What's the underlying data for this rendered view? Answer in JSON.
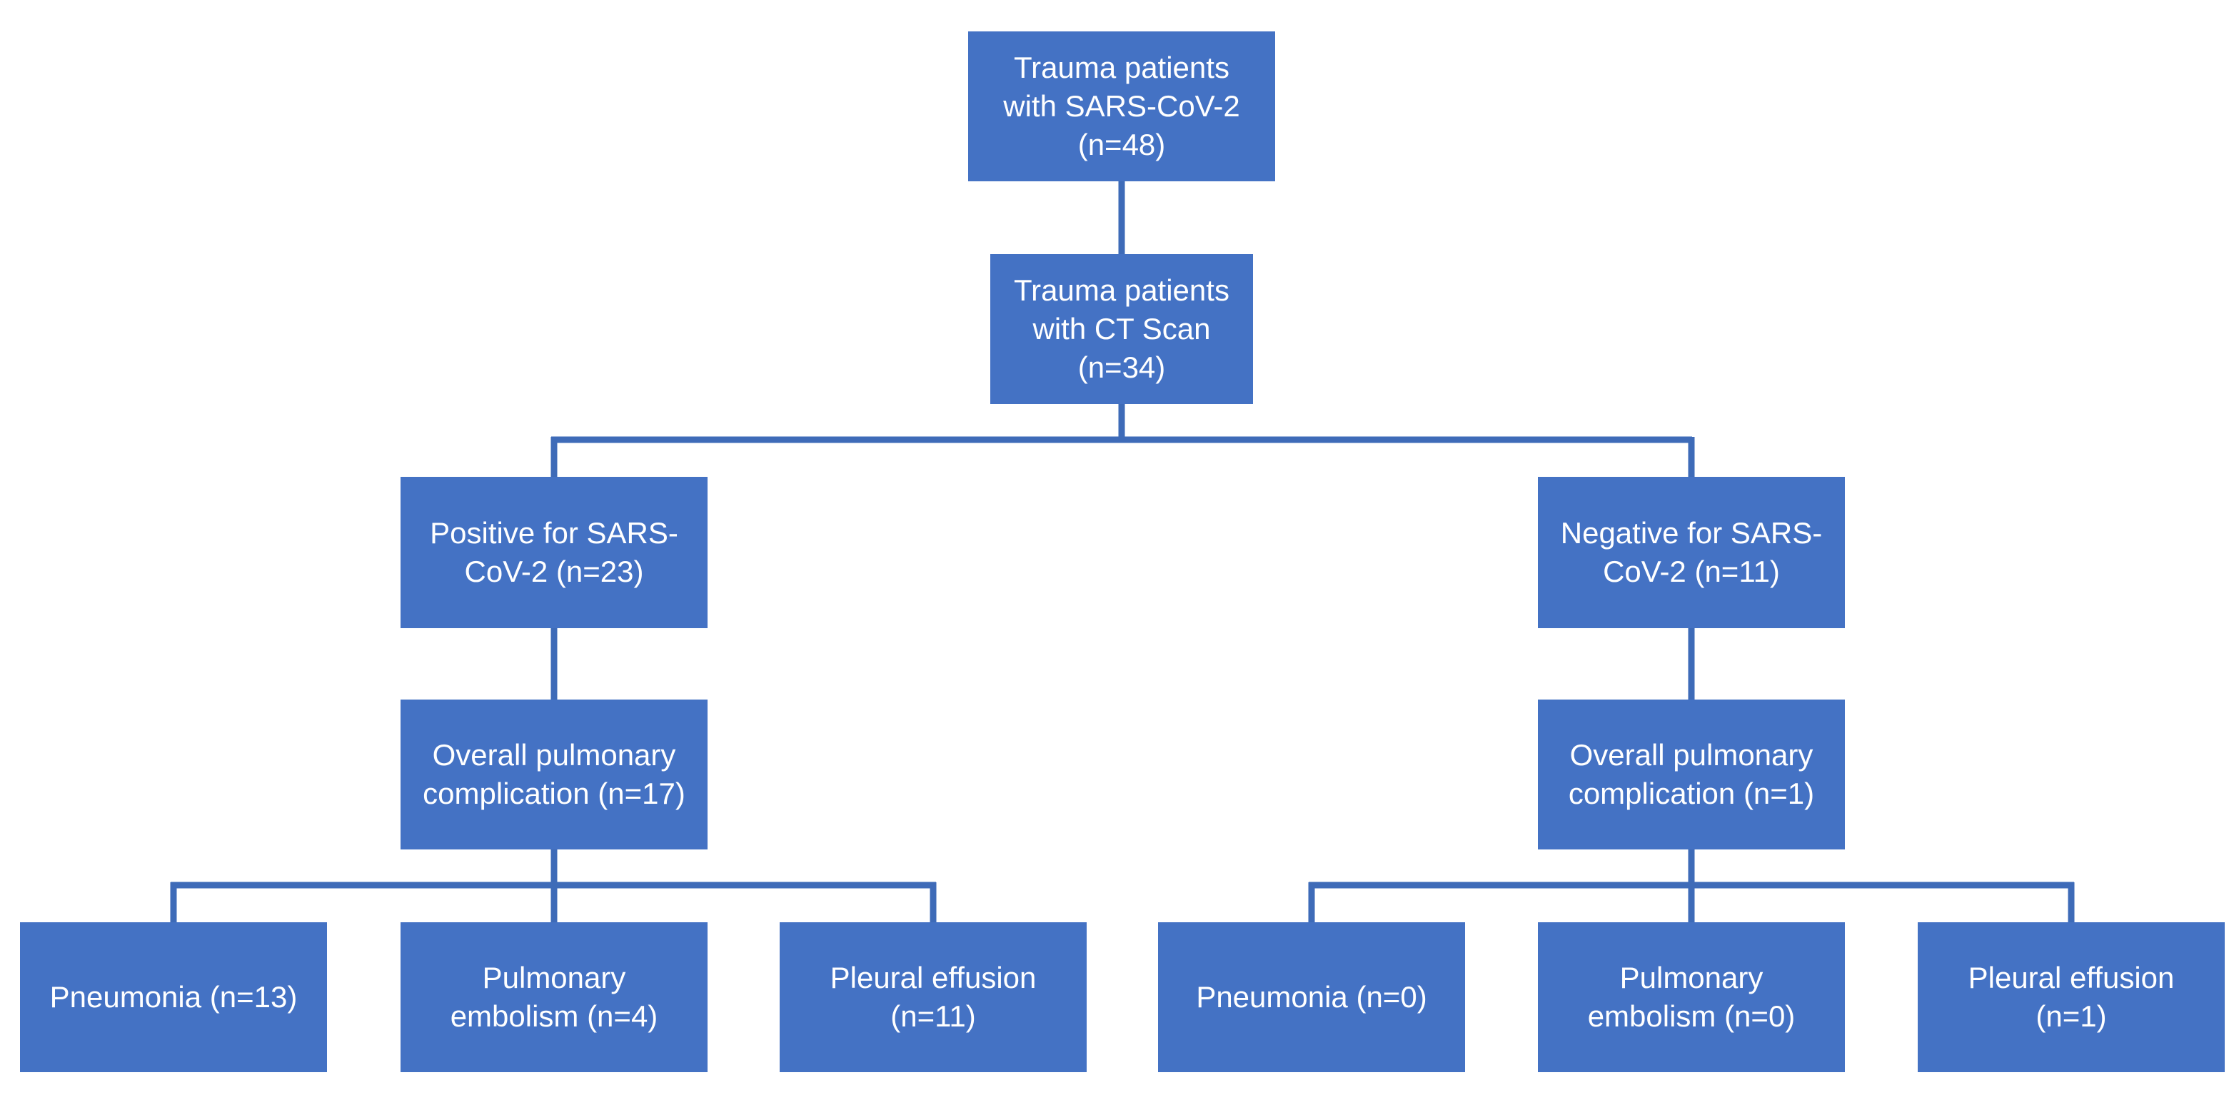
{
  "diagram": {
    "root": {
      "label": "Trauma patients\nwith SARS-CoV-2\n(n=48)"
    },
    "ct_scan": {
      "label": "Trauma patients\nwith CT Scan\n(n=34)"
    },
    "positive": {
      "label": "Positive for SARS-\nCoV-2 (n=23)",
      "complication": {
        "label": "Overall pulmonary\ncomplication (n=17)"
      },
      "outcomes": [
        {
          "label": "Pneumonia (n=13)"
        },
        {
          "label": "Pulmonary\nembolism (n=4)"
        },
        {
          "label": "Pleural effusion\n(n=11)"
        }
      ]
    },
    "negative": {
      "label": "Negative for SARS-\nCoV-2 (n=11)",
      "complication": {
        "label": "Overall pulmonary\ncomplication (n=1)"
      },
      "outcomes": [
        {
          "label": "Pneumonia (n=0)"
        },
        {
          "label": "Pulmonary\nembolism (n=0)"
        },
        {
          "label": "Pleural effusion\n(n=1)"
        }
      ]
    },
    "colors": {
      "box_fill": "#4472c4",
      "box_text": "#ffffff",
      "connector": "#3e6bb8"
    }
  }
}
